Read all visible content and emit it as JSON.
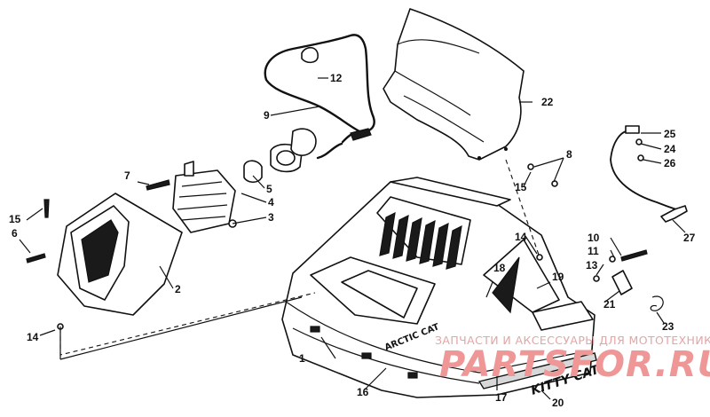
{
  "diagram": {
    "callouts": [
      "1",
      "2",
      "3",
      "4",
      "5",
      "6",
      "7",
      "8",
      "9",
      "12",
      "13",
      "14",
      "15",
      "16",
      "17",
      "18",
      "19",
      "20",
      "21",
      "22",
      "23",
      "24",
      "25",
      "26",
      "27",
      "10",
      "11"
    ],
    "decal_arctic_cat": "ARCTIC CAT",
    "decal_kitty_cat": "KITTY CAT",
    "colors": {
      "line": "#111111",
      "watermark": "#ef9696"
    }
  },
  "watermark": {
    "subtitle": "ЗАПЧАСТИ И АКСЕССУАРЫ ДЛЯ МОТОТЕХНИКИ",
    "brand": "PARTSFOR.RU"
  }
}
